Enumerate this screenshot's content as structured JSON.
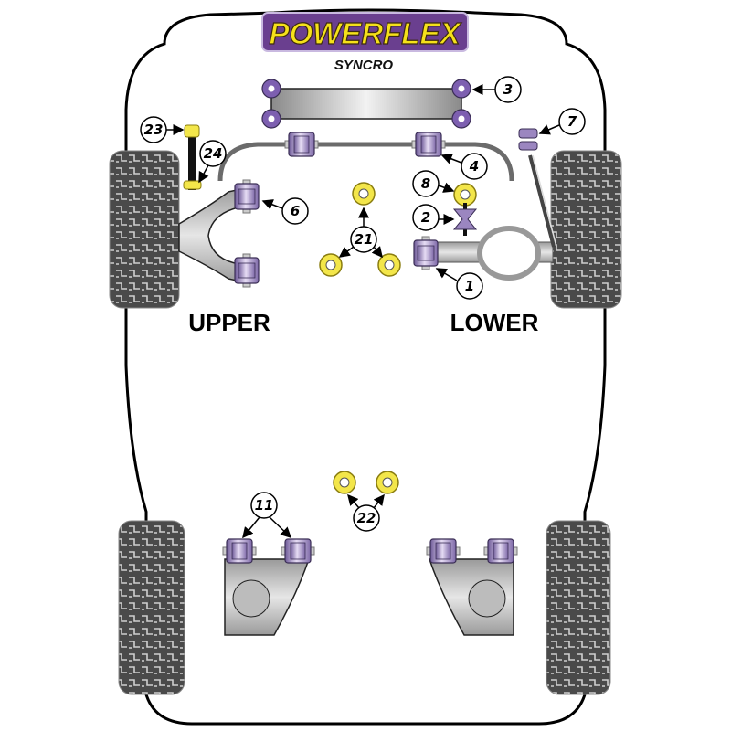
{
  "brand": {
    "logo_text": "POWERFLEX",
    "model": "SYNCRO"
  },
  "sections": {
    "upper": "UPPER",
    "lower": "LOWER"
  },
  "callouts": {
    "c1": "1",
    "c2": "2",
    "c3": "3",
    "c4": "4",
    "c6": "6",
    "c7": "7",
    "c8": "8",
    "c11": "11",
    "c21": "21",
    "c22": "22",
    "c23": "23",
    "c24": "24"
  },
  "colors": {
    "bush_purple": "#9b86c0",
    "bush_yellow": "#f3e64a",
    "logo_bg": "#6a3f8f",
    "tire": "#555555"
  }
}
